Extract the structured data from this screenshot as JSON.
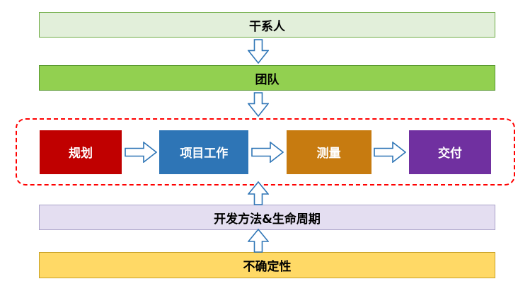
{
  "diagram": {
    "bars": {
      "stakeholders": {
        "label": "干系人",
        "bg": "#e2efda",
        "border": "#70ad47"
      },
      "team": {
        "label": "团队",
        "bg": "#92d050",
        "border": "#5a9a32"
      },
      "method": {
        "label": "开发方法&生命周期",
        "bg": "#e4def1",
        "border": "#aaa3c9"
      },
      "uncertainty": {
        "label": "不确定性",
        "bg": "#ffd966",
        "border": "#c9a227"
      }
    },
    "process": {
      "frame_border": "#ff0000",
      "steps": [
        {
          "label": "规划",
          "bg": "#c00000"
        },
        {
          "label": "项目工作",
          "bg": "#2e75b6"
        },
        {
          "label": "测量",
          "bg": "#c77b10"
        },
        {
          "label": "交付",
          "bg": "#7030a0"
        }
      ]
    },
    "arrow": {
      "fill": "#ffffff",
      "stroke": "#2e75b6"
    }
  }
}
